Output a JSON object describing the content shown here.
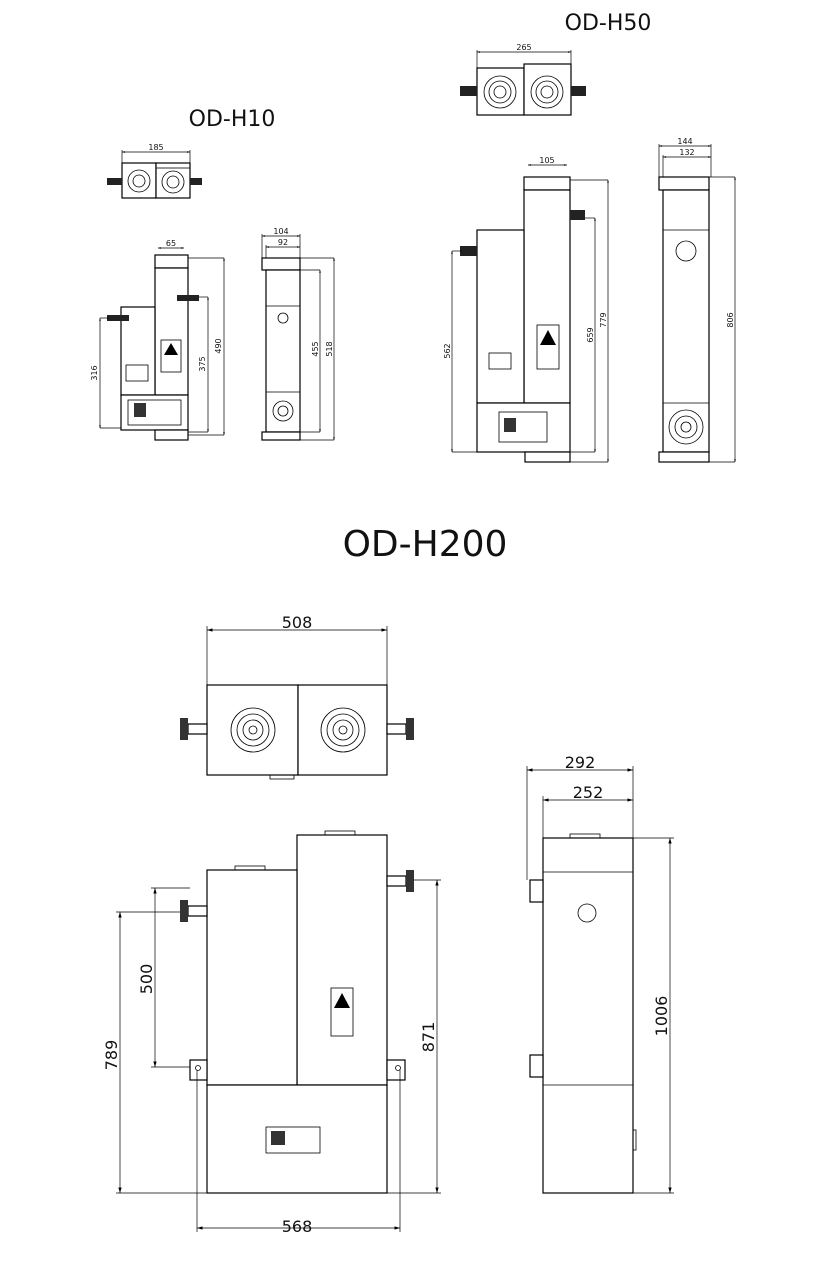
{
  "models": {
    "od_h10": {
      "title": "OD-H10",
      "dims": {
        "top_width": "185",
        "flange_width": "65",
        "left_height": "316",
        "outlet_height": "375",
        "total_height": "490",
        "side_width_outer": "104",
        "side_width_inner": "92",
        "side_height_inner": "455",
        "side_height_total": "518"
      }
    },
    "od_h50": {
      "title": "OD-H50",
      "dims": {
        "top_width": "265",
        "flange_width": "105",
        "left_height": "562",
        "outlet_height": "659",
        "total_height": "779",
        "side_width_outer": "144",
        "side_width_inner": "132",
        "side_height_total": "806"
      }
    },
    "od_h200": {
      "title": "OD-H200",
      "dims": {
        "top_width": "508",
        "inlet_height": "500",
        "left_height": "789",
        "outlet_height": "871",
        "base_width": "568",
        "side_width_outer": "292",
        "side_width_inner": "252",
        "side_height_total": "1006"
      }
    }
  }
}
